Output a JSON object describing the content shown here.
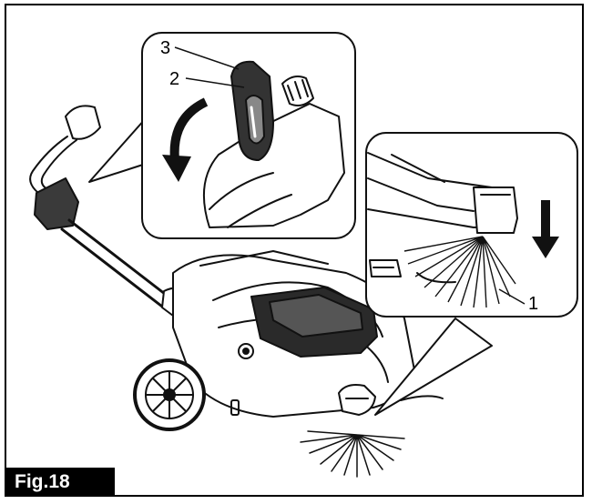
{
  "figure": {
    "label": "Fig.18"
  },
  "callouts": {
    "top_inset": [
      "3",
      "2"
    ],
    "right_inset": [
      "1"
    ]
  },
  "icons": {
    "rotation_arrow": "curved-arrow-counterclockwise-icon",
    "down_arrow": "down-arrow-icon"
  }
}
